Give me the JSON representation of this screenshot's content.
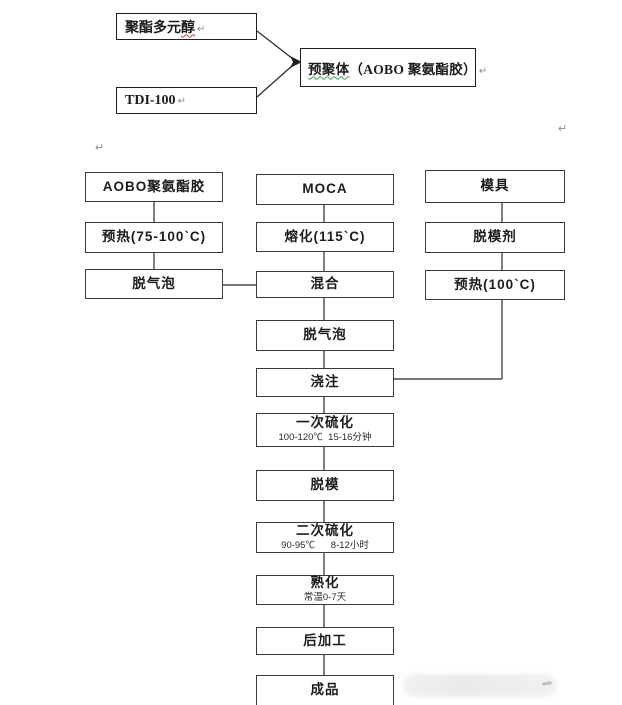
{
  "document": {
    "type": "flowchart",
    "language": "zh-CN"
  },
  "colors": {
    "bg": "#ffffff",
    "box-border": "#3a3a3a",
    "line": "#4a4a4a",
    "text": "#1c1c1c",
    "sub-text": "#2a2a2a",
    "pilcrow": "#8a8a8a",
    "squiggle-red": "#cc4444",
    "squiggle-green": "#44a04e"
  },
  "marks": {
    "pilcrow": "↵"
  },
  "boxes": {
    "polyol": {
      "label_main": "聚酯多元",
      "label_tail": "醇"
    },
    "tdi": {
      "label": "TDI-100"
    },
    "prepolymer": {
      "label_head": "预聚体",
      "label_tail": "（AOBO 聚氨酯胶）"
    },
    "aobo": {
      "label": "AOBO聚氨酯胶"
    },
    "preheat_left": {
      "label": "预热(75-100`C)"
    },
    "degas_left": {
      "label": "脱气泡"
    },
    "moca": {
      "label": "MOCA"
    },
    "melt": {
      "label": "熔化(115`C)"
    },
    "mix": {
      "label": "混合"
    },
    "degas_mid": {
      "label": "脱气泡"
    },
    "pour": {
      "label": "浇注"
    },
    "cure1": {
      "label": "一次硫化",
      "sub": "100-120℃  15-16分钟"
    },
    "demold": {
      "label": "脱模"
    },
    "cure2": {
      "label": "二次硫化",
      "sub": "90-95℃      8-12小时"
    },
    "mature": {
      "label": "熟化",
      "sub": "常温0-7天"
    },
    "post": {
      "label": "后加工"
    },
    "product": {
      "label": "成品"
    },
    "mold": {
      "label": "模具"
    },
    "release": {
      "label": "脱模剂"
    },
    "preheat_right": {
      "label": "预热(100`C)"
    }
  }
}
